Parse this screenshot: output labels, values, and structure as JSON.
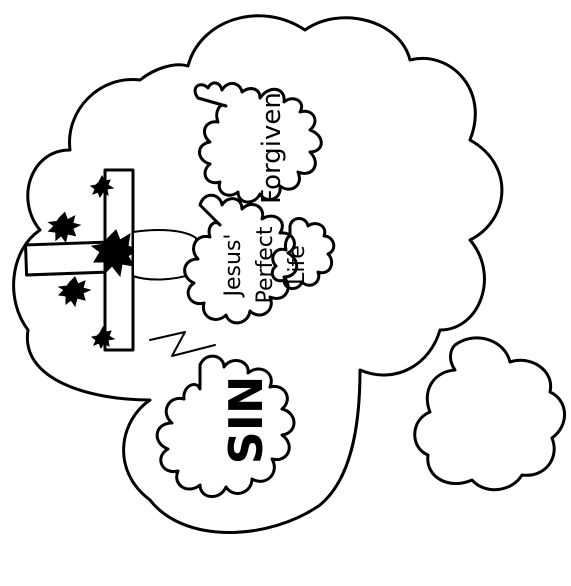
{
  "texts": {
    "sin": "SIN",
    "forgiven": "Forgiven",
    "jesus": "Jesus'",
    "perfect": "Perfect",
    "life": "Life"
  },
  "colors": {
    "ink": "#000000",
    "paper": "#ffffff"
  },
  "icons": [
    "cross-icon",
    "crown-of-thorns-icon",
    "cloud-shape",
    "splat-shape"
  ]
}
